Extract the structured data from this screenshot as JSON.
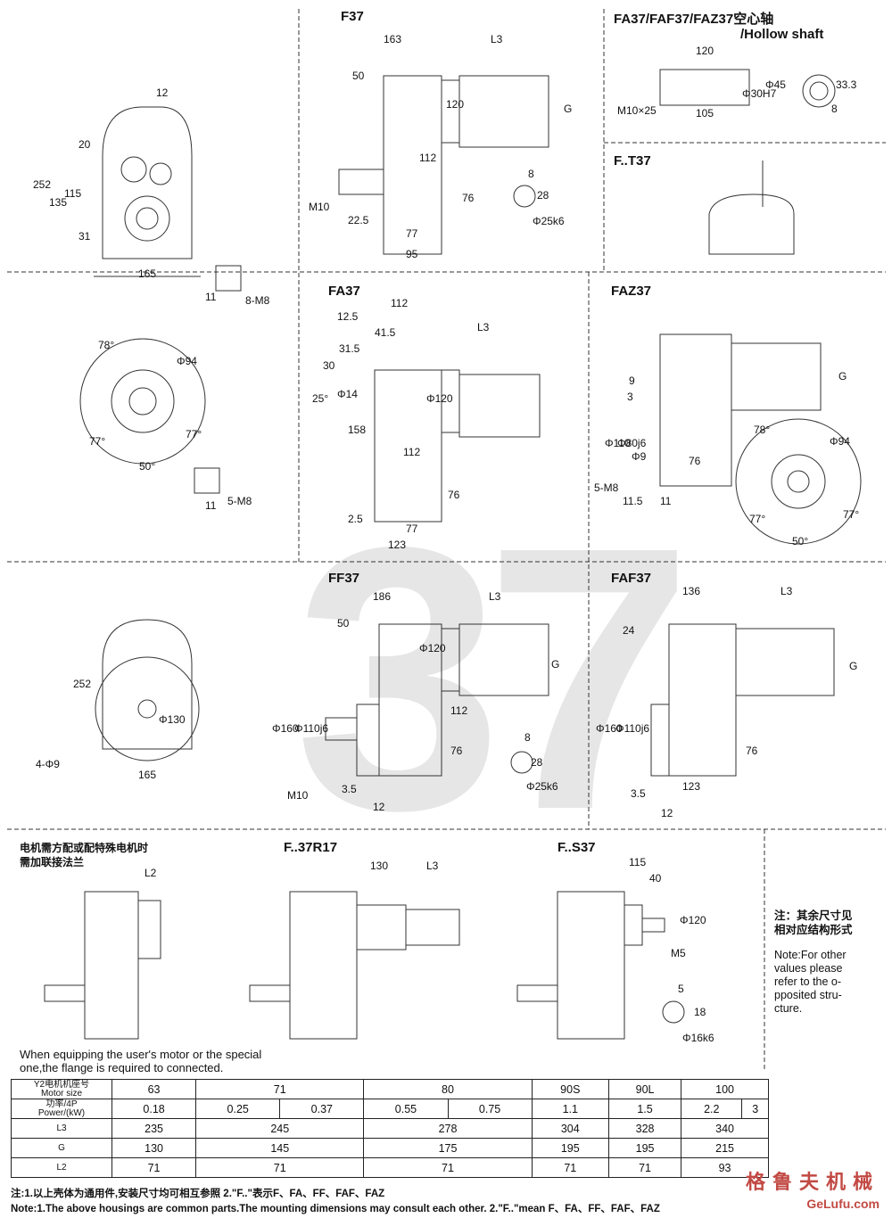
{
  "sections": {
    "f37": "F37",
    "hollow": "FA37/FAF37/FAZ37空心轴",
    "hollow_en": "/Hollow shaft",
    "ft37": "F..T37",
    "fa37": "FA37",
    "faz37": "FAZ37",
    "ff37": "FF37",
    "faf37": "FAF37",
    "fr17": "F..37R17",
    "fs37": "F..S37"
  },
  "dims": {
    "f37": [
      "163",
      "L3",
      "50",
      "12",
      "20",
      "252",
      "135",
      "115",
      "31",
      "165",
      "120",
      "112",
      "G",
      "M10",
      "22.5",
      "77",
      "95",
      "76",
      "8",
      "28",
      "Φ25k6",
      "11",
      "8-M8"
    ],
    "hollow": [
      "120",
      "Φ45",
      "33.3",
      "M10×25",
      "Φ30H7",
      "105",
      "8"
    ],
    "fa37": [
      "112",
      "12.5",
      "41.5",
      "L3",
      "31.5",
      "30",
      "25°",
      "Φ14",
      "Φ120",
      "158",
      "112",
      "76",
      "2.5",
      "77",
      "123",
      "78°",
      "Φ94",
      "77°",
      "77°",
      "50°",
      "11",
      "5-M8"
    ],
    "faz37": [
      "G",
      "9",
      "3",
      "Φ110",
      "Φ80j6",
      "Φ9",
      "76",
      "5-M8",
      "11.5",
      "11",
      "78°",
      "Φ94",
      "77°",
      "77°",
      "50°"
    ],
    "ff37": [
      "186",
      "L3",
      "50",
      "Φ120",
      "G",
      "252",
      "Φ130",
      "4-Φ9",
      "165",
      "Φ160",
      "Φ110j6",
      "112",
      "76",
      "8",
      "28",
      "Φ25k6",
      "M10",
      "3.5",
      "12"
    ],
    "faf37": [
      "136",
      "L3",
      "24",
      "G",
      "Φ160",
      "Φ110j6",
      "76",
      "3.5",
      "123",
      "12"
    ],
    "fr17": [
      "130",
      "L3"
    ],
    "fs37": [
      "115",
      "40",
      "Φ120",
      "M5",
      "5",
      "18",
      "Φ16k6"
    ],
    "custom": [
      "L2"
    ]
  },
  "custom_cn": "电机需方配或配特殊电机时",
  "custom_cn2": "需加联接法兰",
  "custom_en": "When equipping the user's motor or the special",
  "custom_en2": "one,the flange is required to connected.",
  "side_cn": "注：其余尺寸见",
  "side_cn2": "相对应结构形式",
  "side_en": [
    "Note:For other",
    "values please",
    "refer to the o-",
    "pposited stru-",
    "cture."
  ],
  "table": {
    "h1": "Y2电机机座号",
    "h1b": "Motor size",
    "h2": "功率/4P",
    "h2b": "Power/(kW)",
    "sizes": [
      "63",
      "71",
      "80",
      "90S",
      "90L",
      "100"
    ],
    "powers": [
      "0.18",
      "0.25",
      "0.37",
      "0.55",
      "0.75",
      "1.1",
      "1.5",
      "2.2",
      "3"
    ],
    "rows": [
      {
        "name": "L3",
        "values": [
          "235",
          "245",
          "278",
          "304",
          "328",
          "340"
        ]
      },
      {
        "name": "G",
        "values": [
          "130",
          "145",
          "175",
          "195",
          "195",
          "215"
        ]
      },
      {
        "name": "L2",
        "values": [
          "71",
          "71",
          "71",
          "71",
          "71",
          "93"
        ]
      }
    ]
  },
  "notes": {
    "cn": "注:1.以上壳体为通用件,安装尺寸均可相互参照    2.\"F..\"表示F、FA、FF、FAF、FAZ",
    "en": "Note:1.The above housings are common parts.The mounting dimensions may consult each other.   2.\"F..\"mean F、FA、FF、FAF、FAZ"
  },
  "watermark": "37",
  "brand": "格鲁夫机械",
  "brand_url": "GeLufu.com"
}
